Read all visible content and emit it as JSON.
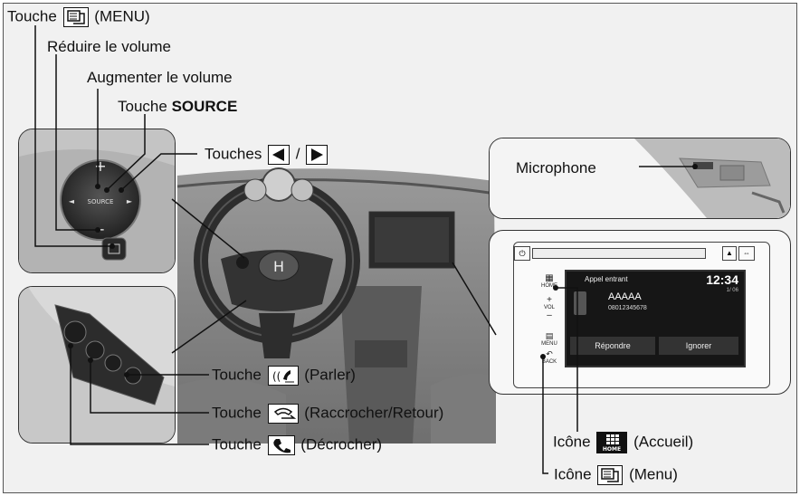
{
  "labels": {
    "menu_key_prefix": "Touche",
    "menu_key_suffix": "(MENU)",
    "vol_down": "Réduire le volume",
    "vol_up": "Augmenter le volume",
    "source_prefix": "Touche",
    "source_bold": "SOURCE",
    "arrows_prefix": "Touches",
    "arrows_slash": "/",
    "microphone": "Microphone",
    "talk_prefix": "Touche",
    "talk_suffix": "(Parler)",
    "hangup_prefix": "Touche",
    "hangup_suffix": "(Raccrocher/Retour)",
    "pickup_prefix": "Touche",
    "pickup_suffix": "(Décrocher)",
    "home_icon_prefix": "Icône",
    "home_icon_suffix": "(Accueil)",
    "menu_icon_prefix": "Icône",
    "menu_icon_suffix": "(Menu)",
    "home_badge": "HOME"
  },
  "wheel": {
    "plus": "+",
    "minus": "–",
    "source": "SOURCE",
    "left": "◄",
    "right": "►"
  },
  "screen": {
    "side_home": "HOME",
    "side_plus": "+",
    "side_vol": "VOL",
    "side_minus": "–",
    "side_menu": "MENU",
    "side_back": "BACK",
    "header": "Appel entrant",
    "time": "12:34",
    "date": "1/ 06",
    "caller_name": "AAAAA",
    "caller_number": "08012345678",
    "answer": "Répondre",
    "ignore": "Ignorer"
  },
  "colors": {
    "frame_bg": "#f1f1f1",
    "panel_bg": "#bdbdbd",
    "line": "#111111",
    "screen_bg": "#1a1a1a"
  }
}
